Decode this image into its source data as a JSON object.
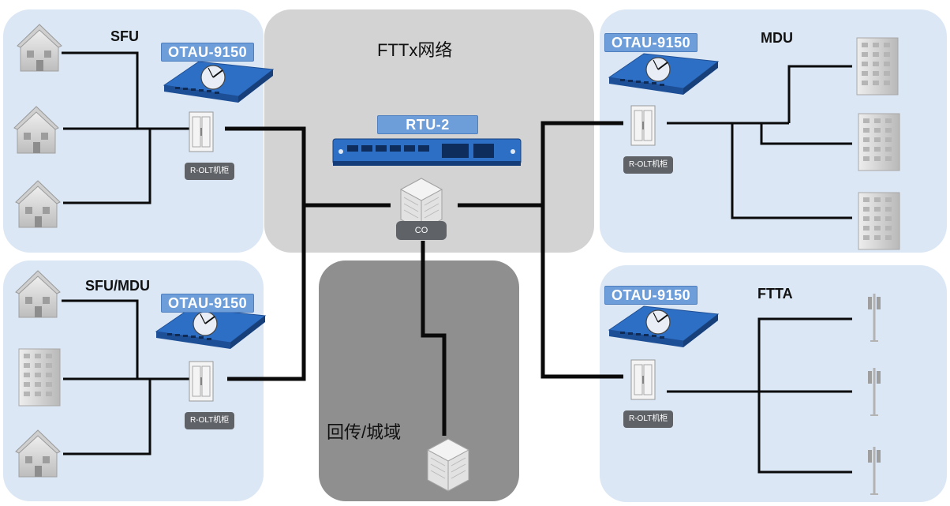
{
  "regions": {
    "sfu": "SFU",
    "sfu_mdu": "SFU/MDU",
    "mdu": "MDU",
    "ftta": "FTTA",
    "fttx": "FTTx网络",
    "backhaul": "回传/城域"
  },
  "devices": {
    "otau_label": "OTAU-9150",
    "rtu_label": "RTU-2",
    "olt_label": "R-OLT机柜",
    "co_label": "CO"
  },
  "colors": {
    "panel_blue": "#dbe7f5",
    "panel_gray": "#d3d3d3",
    "panel_dark": "#8f8f8f",
    "badge": "#6d9ed9",
    "device_blue": "#2e6fc6",
    "tag": "#5f6368"
  },
  "icons": {
    "house": "house-icon",
    "building": "building-icon",
    "tower": "antenna-tower-icon",
    "cabinet": "olt-cabinet-icon",
    "otau": "otau-switch-icon",
    "rtu": "rtu-rack-icon",
    "server": "server-block-icon"
  }
}
